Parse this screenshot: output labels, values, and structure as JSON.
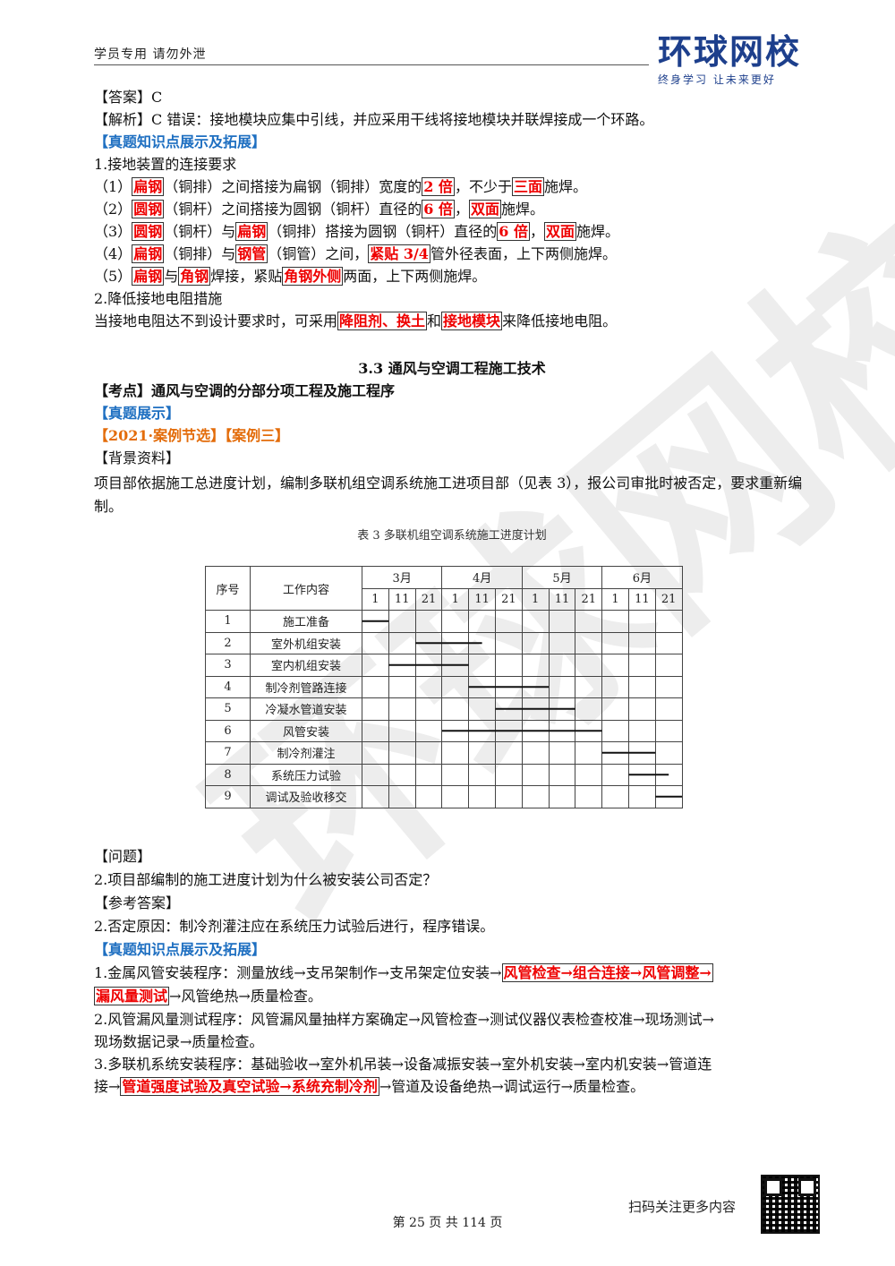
{
  "header": {
    "left_text": "学员专用 请勿外泄",
    "logo_main": "环球网校",
    "logo_sub": "终身学习 让未来更好"
  },
  "watermark": "环球网校",
  "section1": {
    "answer": "【答案】C",
    "analysis": "【解析】C 错误：接地模块应集中引线，并应采用干线将接地模块并联焊接成一个环路。",
    "kp_title": "【真题知识点展示及拓展】",
    "h1": "1.接地装置的连接要求",
    "r1": [
      "（1）",
      "扁钢",
      "（铜排）之间搭接为扁钢（铜排）宽度的",
      "2 倍",
      "，不少于",
      "三面",
      "施焊。"
    ],
    "r2": [
      "（2）",
      "圆钢",
      "（铜杆）之间搭接为圆钢（铜杆）直径的",
      "6 倍",
      "，",
      "双面",
      "施焊。"
    ],
    "r3": [
      "（3）",
      "圆钢",
      "（铜杆）与",
      "扁钢",
      "（铜排）搭接为圆钢（铜杆）直径的",
      "6 倍",
      "，",
      "双面",
      "施焊。"
    ],
    "r4": [
      "（4）",
      "扁钢",
      "（铜排）与",
      "钢管",
      "（铜管）之间，",
      "紧贴 3/4",
      "管外径表面，上下两侧施焊。"
    ],
    "r5": [
      "（5）",
      "扁钢",
      "与",
      "角钢",
      "焊接，紧贴",
      "角钢外侧",
      "两面，上下两侧施焊。"
    ],
    "h2": "2.降低接地电阻措施",
    "r6": [
      "当接地电阻达不到设计要求时，可采用",
      "降阻剂、换土",
      "和",
      "接地模块",
      "来降低接地电阻。"
    ]
  },
  "section2": {
    "title": "3.3 通风与空调工程施工技术",
    "kaodian": "【考点】通风与空调的分部分项工程及施工程序",
    "zhenti": "【真题展示】",
    "year": "【2021·案例节选】【案例三】",
    "bg_label": "【背景资料】",
    "bg_text": "项目部依据施工总进度计划，编制多联机组空调系统施工进项目部（见表 3），报公司审批时被否定，要求重新编制。",
    "caption": "表 3 多联机组空调系统施工进度计划"
  },
  "table": {
    "h_seq": "序号",
    "h_task": "工作内容",
    "months": [
      "3月",
      "4月",
      "5月",
      "6月"
    ],
    "days": [
      "1",
      "11",
      "21",
      "1",
      "11",
      "21",
      "1",
      "11",
      "21",
      "1",
      "11",
      "21"
    ],
    "rows": [
      {
        "no": "1",
        "task": "施工准备"
      },
      {
        "no": "2",
        "task": "室外机组安装"
      },
      {
        "no": "3",
        "task": "室内机组安装"
      },
      {
        "no": "4",
        "task": "制冷剂管路连接"
      },
      {
        "no": "5",
        "task": "冷凝水管道安装"
      },
      {
        "no": "6",
        "task": "风管安装"
      },
      {
        "no": "7",
        "task": "制冷剂灌注"
      },
      {
        "no": "8",
        "task": "系统压力试验"
      },
      {
        "no": "9",
        "task": "调试及验收移交"
      }
    ]
  },
  "chart_data": {
    "type": "gantt",
    "x_ticks": [
      "3月1",
      "3月11",
      "3月21",
      "4月1",
      "4月11",
      "4月21",
      "5月1",
      "5月11",
      "5月21",
      "6月1",
      "6月11",
      "6月21"
    ],
    "tasks": [
      {
        "name": "施工准备",
        "start": 0,
        "end": 1
      },
      {
        "name": "室外机组安装",
        "start": 2,
        "end": 4.5
      },
      {
        "name": "室内机组安装",
        "start": 1,
        "end": 4
      },
      {
        "name": "制冷剂管路连接",
        "start": 4,
        "end": 7
      },
      {
        "name": "冷凝水管道安装",
        "start": 5,
        "end": 8
      },
      {
        "name": "风管安装",
        "start": 3,
        "end": 9
      },
      {
        "name": "制冷剂灌注",
        "start": 9,
        "end": 11
      },
      {
        "name": "系统压力试验",
        "start": 10,
        "end": 11.5
      },
      {
        "name": "调试及验收移交",
        "start": 11,
        "end": 12
      }
    ]
  },
  "section3": {
    "q_label": "【问题】",
    "q_text": "2.项目部编制的施工进度计划为什么被安装公司否定？",
    "a_label": "【参考答案】",
    "a_text": "2.否定原因：制冷剂灌注应在系统压力试验后进行，程序错误。",
    "kp_title": "【真题知识点展示及拓展】",
    "p1": [
      "1.金属风管安装程序：测量放线→支吊架制作→支吊架定位安装→",
      "风管检查→组合连接→风管调整→",
      "漏风量测试",
      "→风管绝热→质量检查。"
    ],
    "p2a": "2.风管漏风量测试程序：风管漏风量抽样方案确定→风管检查→测试仪器仪表检查校准→现场测试→",
    "p2b": "现场数据记录→质量检查。",
    "p3a": "3.多联机系统安装程序：基础验收→室外机吊装→设备减振安装→室外机安装→室内机安装→管道连",
    "p3b": [
      "接→",
      "管道强度试验及真空试验→系统充制冷剂",
      "→管道及设备绝热→调试运行→质量检查。"
    ]
  },
  "footer": {
    "page": "第 25 页 共 114 页",
    "scan": "扫码关注更多内容"
  }
}
